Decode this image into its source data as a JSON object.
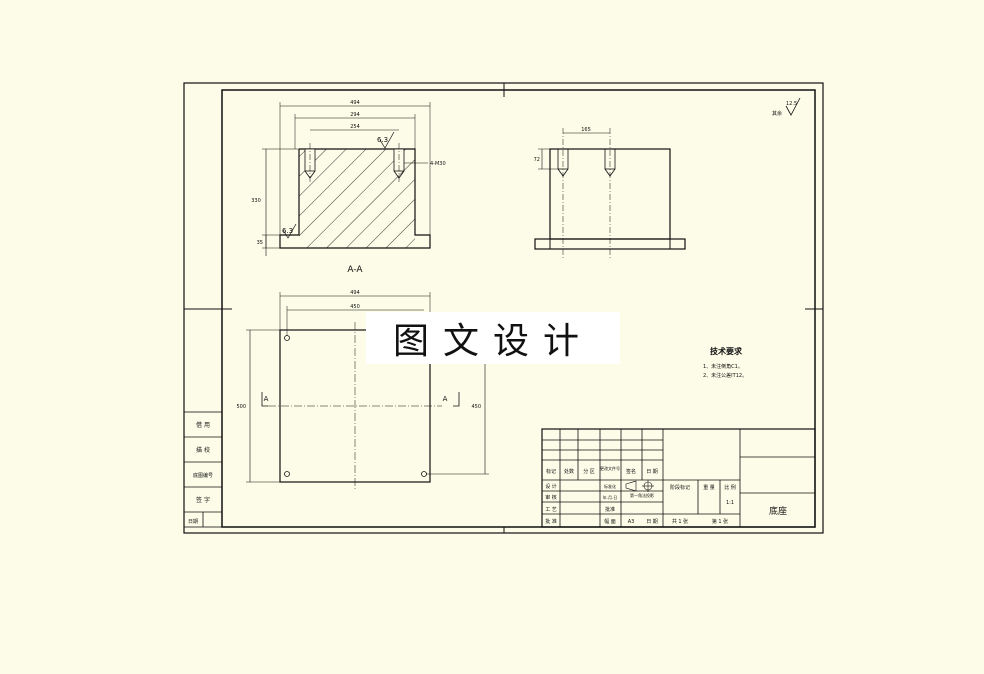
{
  "section_label": "A-A",
  "dims": {
    "sec_w_total": "494",
    "sec_w_mid": "294",
    "sec_w_inner": "254",
    "sec_height": "330",
    "sec_base": "35",
    "thread": "4-M30",
    "rough_top": "6.3",
    "rough_side": "6.3",
    "side_spacing": "165",
    "side_depth": "72",
    "plan_w_total": "494",
    "plan_w_holes": "450",
    "plan_h_left": "500",
    "plan_h_right": "450"
  },
  "section_marks": {
    "left": "A",
    "right": "A"
  },
  "roughness": {
    "value": "12.5",
    "label": "其余"
  },
  "tech": {
    "title": "技术要求",
    "items": [
      "1、未注倒角C1。",
      "2、未注公差IT12。"
    ]
  },
  "watermark": "图文设计",
  "left_strip": [
    "借 用",
    "描 校",
    "底图编号",
    "签 字",
    "日期"
  ],
  "title_block": {
    "part_name": "底座",
    "headers": [
      "标记",
      "处数",
      "分 区",
      "更改文件号",
      "签名",
      "日 期"
    ],
    "roles": [
      "设 计",
      "审 核",
      "工 艺",
      "批 准"
    ],
    "std": "标准化",
    "approve": "批准",
    "sig_date": "年.月.日",
    "stage_mark": "阶段标记",
    "weight": "重 量",
    "scale": "比 例",
    "scale_val": "1:1",
    "sheets_total": "共 1 张",
    "sheet_no": "第 1 张",
    "format": "A3",
    "format_label": "幅 面",
    "proj": "第一角法投影",
    "date": "日 期"
  }
}
